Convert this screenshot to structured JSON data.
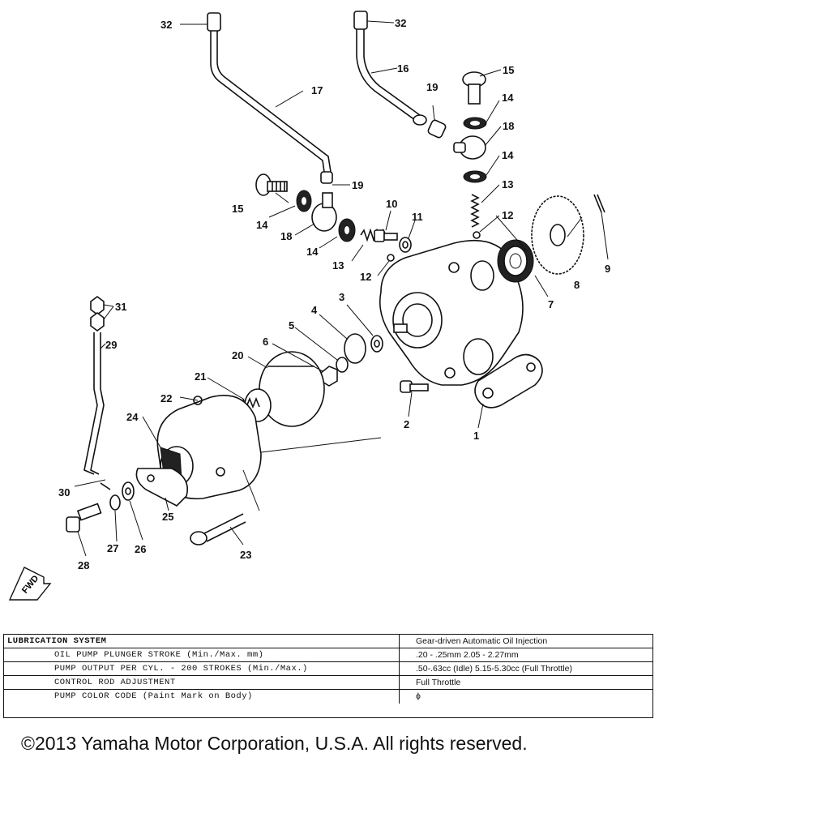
{
  "diagram": {
    "callouts": {
      "c1": "1",
      "c2": "2",
      "c3": "3",
      "c4": "4",
      "c5": "5",
      "c6": "6",
      "c7": "7",
      "c8": "8",
      "c9": "9",
      "c10": "10",
      "c11": "11",
      "c12a": "12",
      "c12b": "12",
      "c13a": "13",
      "c13b": "13",
      "c14a": "14",
      "c14b": "14",
      "c14c": "14",
      "c14d": "14",
      "c15a": "15",
      "c15b": "15",
      "c16": "16",
      "c17": "17",
      "c18a": "18",
      "c18b": "18",
      "c19a": "19",
      "c19b": "19",
      "c20": "20",
      "c21": "21",
      "c22": "22",
      "c23": "23",
      "c24": "24",
      "c25": "25",
      "c26": "26",
      "c27": "27",
      "c28": "28",
      "c29": "29",
      "c30": "30",
      "c31": "31",
      "c32a": "32",
      "c32b": "32"
    },
    "fwd_label": "FWD"
  },
  "spec_table": {
    "header": {
      "label": "LUBRICATION SYSTEM",
      "value": "Gear-driven Automatic Oil Injection"
    },
    "rows": [
      {
        "label": "OIL PUMP PLUNGER STROKE (Min./Max. mm)",
        "value": ".20 - .25mm          2.05 - 2.27mm"
      },
      {
        "label": "PUMP OUTPUT PER CYL. - 200 STROKES (Min./Max.)",
        "value": ".50-.63cc (Idle) 5.15-5.30cc (Full Throttle)"
      },
      {
        "label": "CONTROL ROD ADJUSTMENT",
        "value": "Full Throttle"
      },
      {
        "label": "PUMP COLOR CODE (Paint Mark on Body)",
        "value": "ϕ"
      }
    ]
  },
  "copyright": "©2013 Yamaha Motor Corporation, U.S.A. All rights reserved."
}
